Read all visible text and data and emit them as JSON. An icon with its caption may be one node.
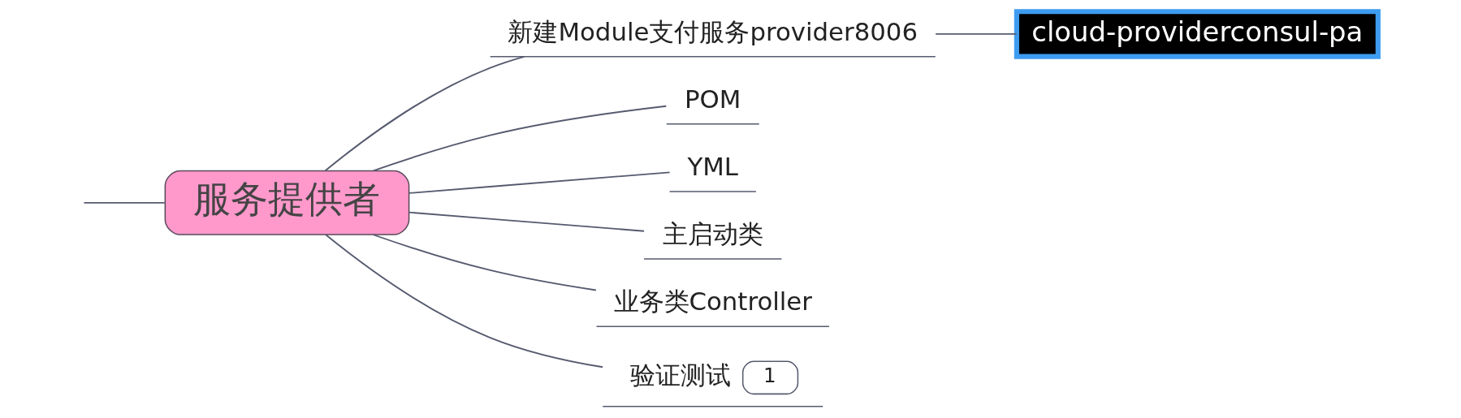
{
  "diagram": {
    "nodes": [
      {
        "text": [
          "服务提供者"
        ]
      },
      {
        "text": [
          "新建Module支付服务provider8006"
        ]
      },
      {
        "text": [
          "cloud-providerconsul-pa"
        ]
      },
      {
        "text": [
          "POM"
        ]
      },
      {
        "text": [
          "YML"
        ]
      },
      {
        "text": [
          "主启动类"
        ]
      },
      {
        "text": [
          "业务类Controller"
        ]
      },
      {
        "text": [
          "验证测试",
          "1"
        ]
      }
    ],
    "edges": [
      {
        "from": null,
        "to": 0,
        "arrow": "none"
      },
      {
        "from": 0,
        "to": 1,
        "arrow": "none"
      },
      {
        "from": 1,
        "to": 2,
        "arrow": "none"
      },
      {
        "from": 0,
        "to": 3,
        "arrow": "none"
      },
      {
        "from": 0,
        "to": 4,
        "arrow": "none"
      },
      {
        "from": 0,
        "to": 5,
        "arrow": "none"
      },
      {
        "from": 0,
        "to": 6,
        "arrow": "none"
      },
      {
        "from": 0,
        "to": 7,
        "arrow": "none"
      }
    ]
  }
}
